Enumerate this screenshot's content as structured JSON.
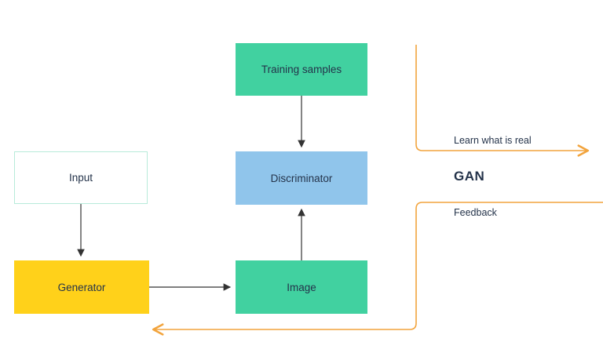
{
  "diagram": {
    "title": "GAN",
    "nodes": {
      "training_samples": {
        "label": "Training samples"
      },
      "discriminator": {
        "label": "Discriminator"
      },
      "input": {
        "label": "Input"
      },
      "generator": {
        "label": "Generator"
      },
      "image": {
        "label": "Image"
      }
    },
    "annotations": {
      "learn_what_is_real": "Learn what is real",
      "feedback": "Feedback"
    },
    "colors": {
      "node_green": "#41d1a0",
      "node_blue": "#90c5eb",
      "node_yellow": "#ffd11a",
      "input_border": "#b7ebda",
      "orange_wire": "#f2a43d",
      "black_wire": "#333333",
      "text": "#24334a"
    }
  }
}
